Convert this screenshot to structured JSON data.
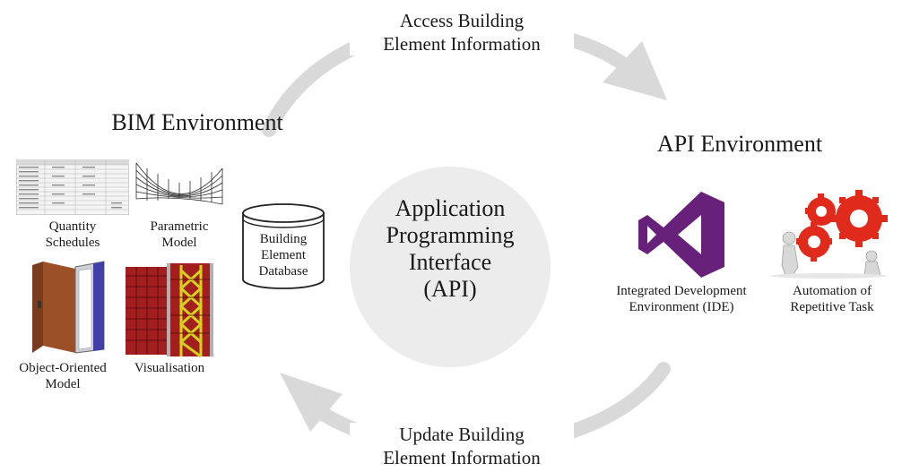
{
  "flows": {
    "top": "Access Building\nElement Information",
    "bottom": "Update Building\nElement Information"
  },
  "center": {
    "label": "Application\nProgramming\nInterface\n(API)"
  },
  "bim": {
    "title": "BIM Environment",
    "schedules_label": "Quantity\nSchedules",
    "parametric_label": "Parametric\nModel",
    "database_label": "Building\nElement\nDatabase",
    "object_label": "Object-Oriented\nModel",
    "visualisation_label": "Visualisation"
  },
  "api": {
    "title": "API Environment",
    "ide_label": "Integrated Development\nEnvironment (IDE)",
    "automation_label": "Automation of\nRepetitive Task"
  },
  "colors": {
    "arrow": "#d9d9d9",
    "center_circle": "#ececec",
    "vs_purple": "#68217a",
    "gear_red": "#e02a1c",
    "frame_red": "#a31e1e",
    "frame_yellow": "#d4d21a"
  }
}
